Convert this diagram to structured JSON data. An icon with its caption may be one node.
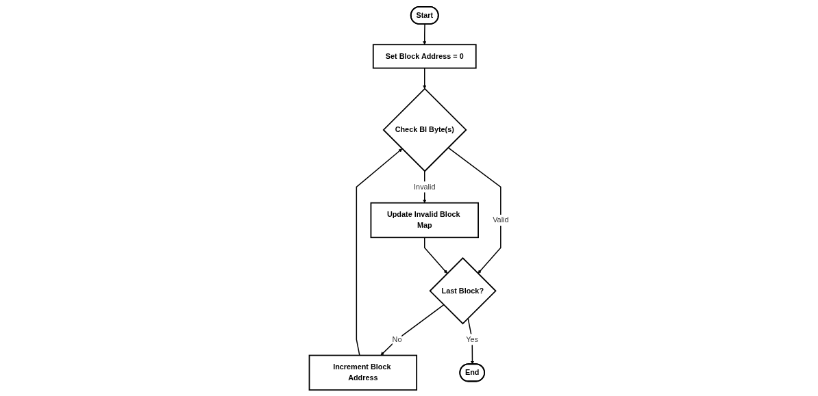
{
  "diagram": {
    "nodes": [
      {
        "text": [
          "Start"
        ]
      },
      {
        "text": [
          "Set Block Address = 0"
        ]
      },
      {
        "text": [
          "Check BI Byte(s)"
        ]
      },
      {
        "text": [
          "Update Invalid Block Map"
        ]
      },
      {
        "text": [
          "Last Block?"
        ]
      },
      {
        "text": [
          "Increment Block Address"
        ]
      },
      {
        "text": [
          "End"
        ]
      }
    ],
    "edges": [
      {
        "from": 0,
        "to": 1,
        "arrow": "to"
      },
      {
        "from": 1,
        "to": 2,
        "arrow": "to"
      },
      {
        "from": 2,
        "to": 3,
        "label": "Invalid",
        "arrow": "to"
      },
      {
        "from": 2,
        "to": 4,
        "label": "Valid",
        "arrow": "to"
      },
      {
        "from": 3,
        "to": 4,
        "arrow": "to"
      },
      {
        "from": 4,
        "to": 5,
        "label": "No",
        "arrow": "to"
      },
      {
        "from": 5,
        "to": 2,
        "arrow": "to"
      },
      {
        "from": 4,
        "to": 6,
        "label": "Yes",
        "arrow": "to"
      }
    ]
  }
}
